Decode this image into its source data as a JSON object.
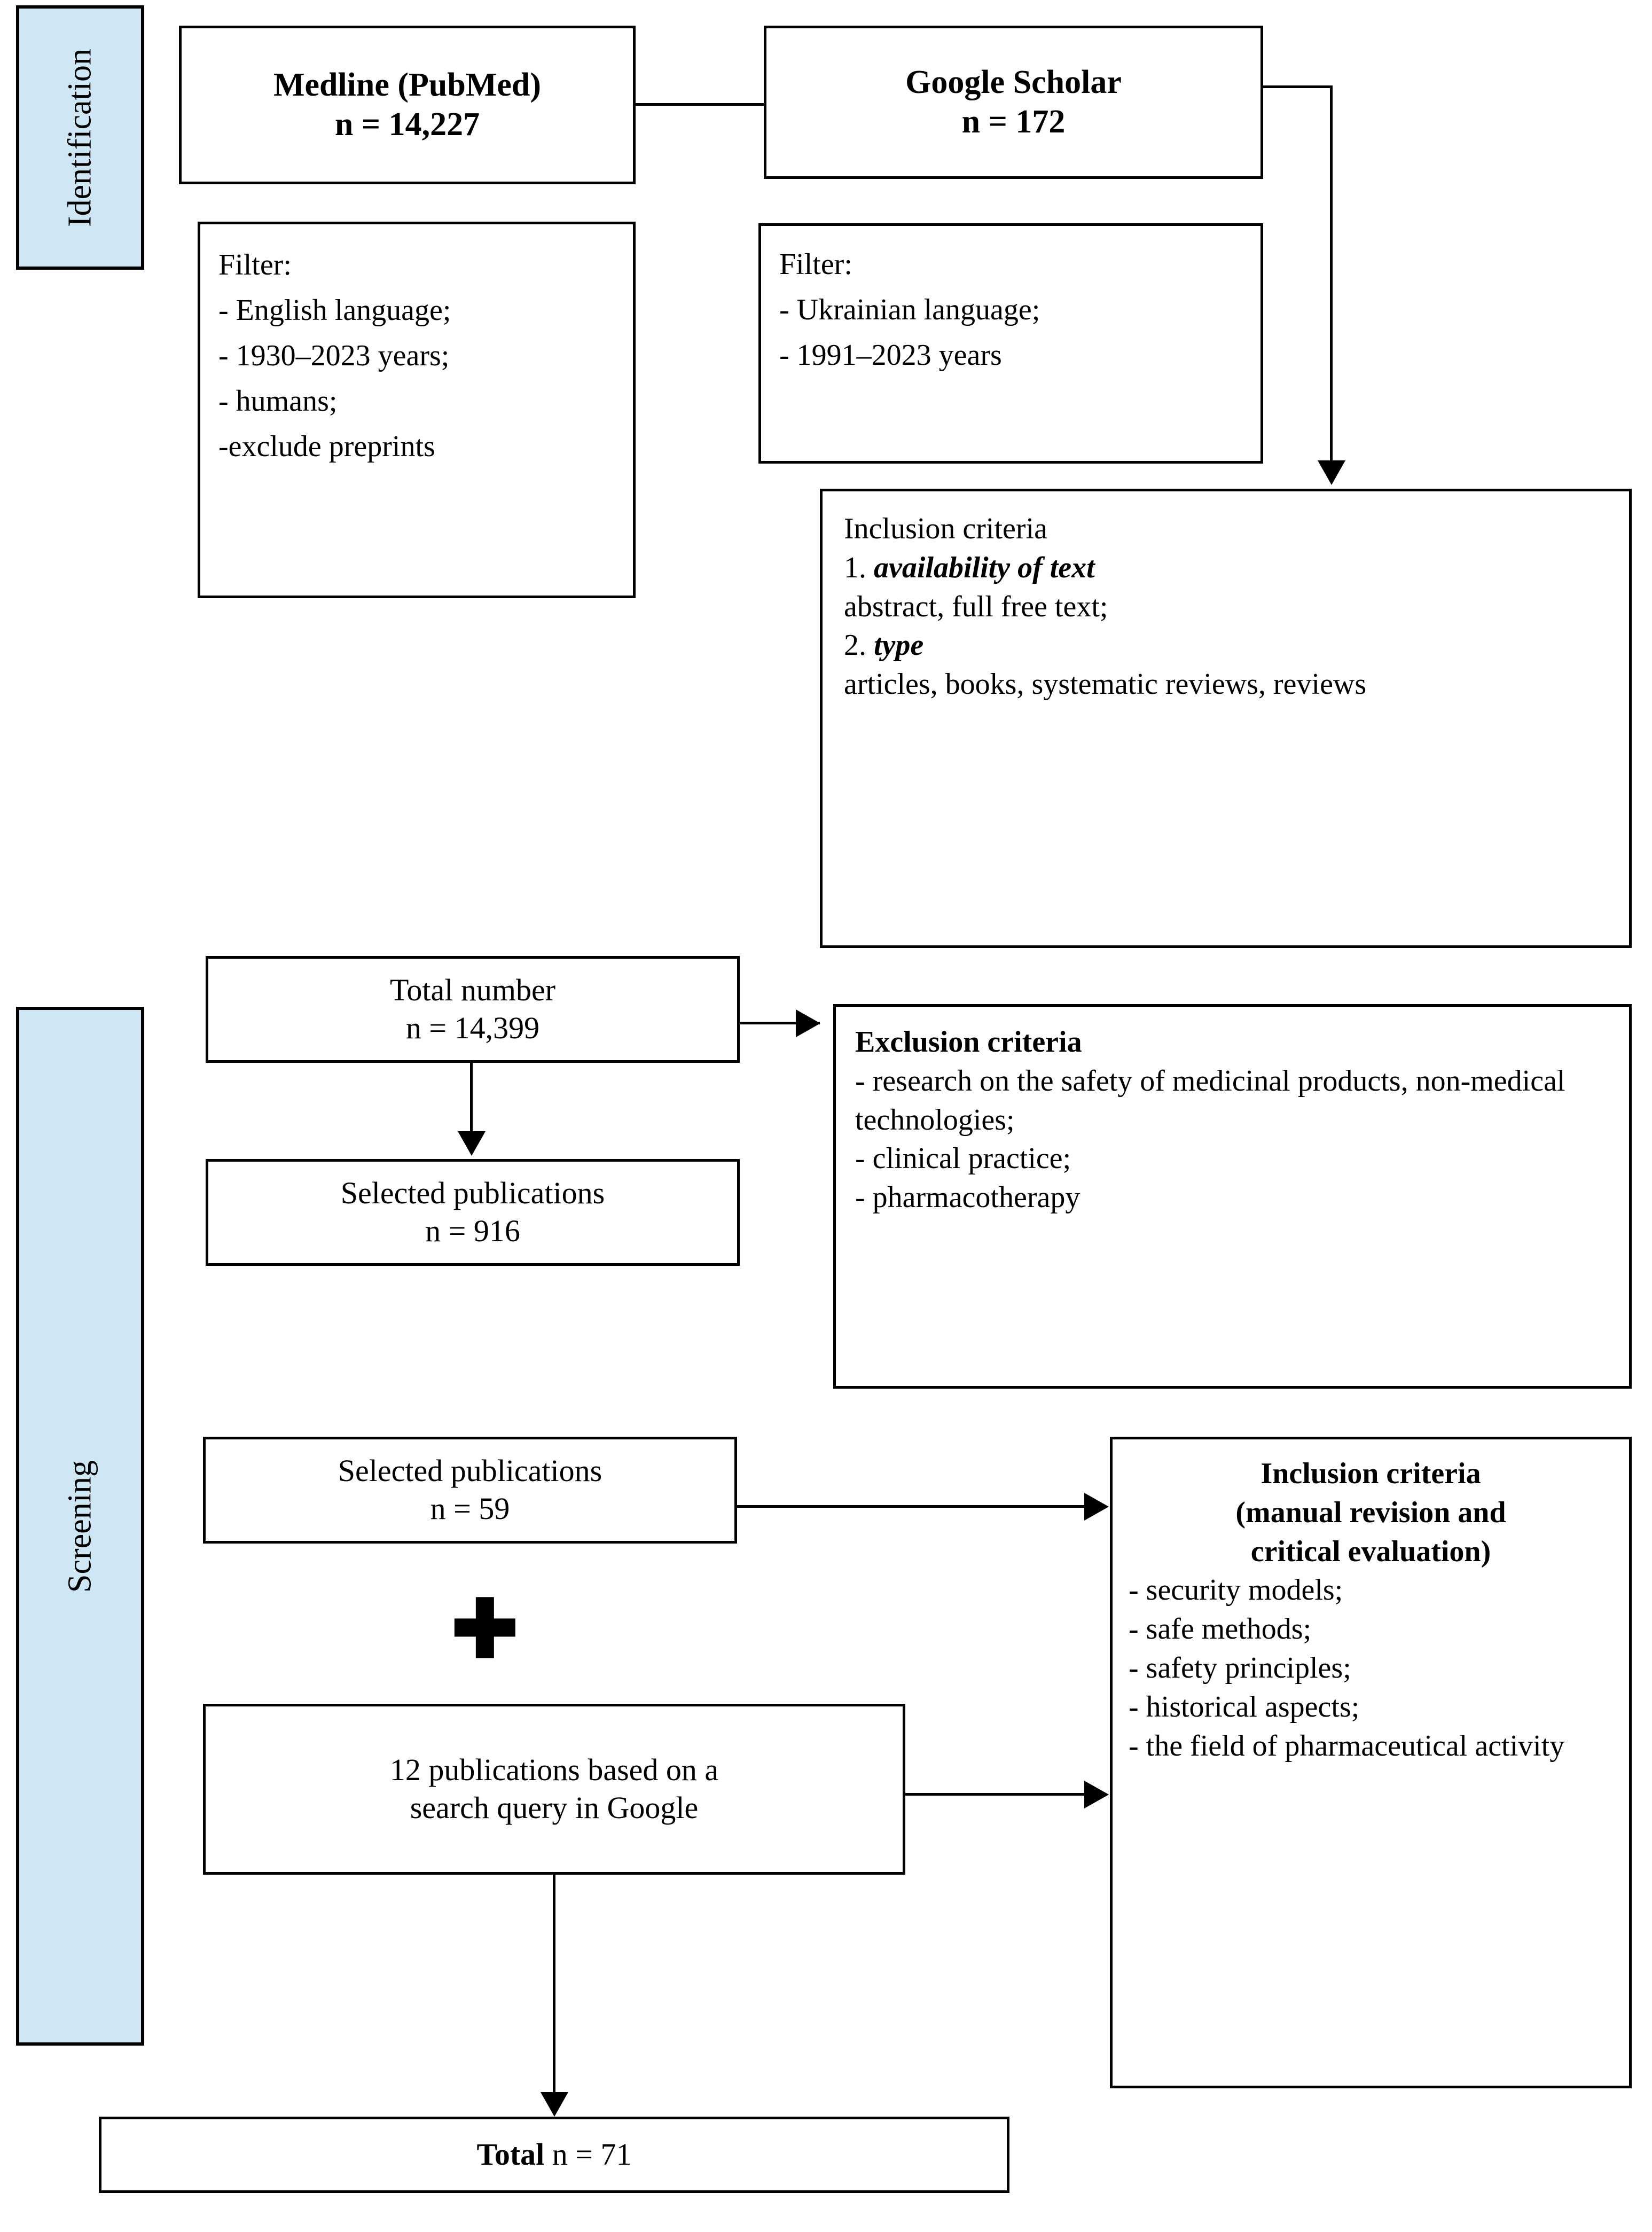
{
  "diagram": {
    "title": "PRISMA-style literature selection flowchart",
    "accent_color": "#cfe7f5",
    "line_color": "#000000"
  },
  "bands": [
    {
      "label": "Identification"
    },
    {
      "label": "Screening"
    }
  ],
  "boxes": {
    "medline": {
      "line1": "Medline (PubMed)",
      "line2": "n = 14,227"
    },
    "google_scholar": {
      "line1": "Google Scholar",
      "line2": "n = 172"
    },
    "filter_left": {
      "title": "Filter:",
      "items": [
        "- English language;",
        "- 1930–2023 years;",
        "- humans;",
        "-exclude preprints"
      ]
    },
    "filter_right": {
      "title": "Filter:",
      "items": [
        "- Ukrainian language;",
        "- 1991–2023 years"
      ]
    },
    "inclusion_top": {
      "title": "Inclusion criteria",
      "item1_num": "1.",
      "item1_em": "availability of text",
      "item1_body": "abstract, full free text;",
      "item2_num": "2.",
      "item2_em": "type",
      "item2_body": "articles, books, systematic reviews, reviews"
    },
    "total_number": {
      "line1": "Total number",
      "line2": "n = 14,399"
    },
    "selected_916": {
      "line1": "Selected publications",
      "line2": "n = 916"
    },
    "exclusion": {
      "title": "Exclusion criteria",
      "items": [
        "- research on the safety of medicinal products, non-medical technologies;",
        "- clinical practice;",
        "- pharmacotherapy"
      ]
    },
    "selected_59": {
      "line1": "Selected publications",
      "line2": "n = 59"
    },
    "google_12": {
      "line1": "12 publications based on a",
      "line2": "search query in Google"
    },
    "inclusion_bottom": {
      "title_line1": "Inclusion criteria",
      "title_line2": "(manual revision and",
      "title_line3": "critical evaluation)",
      "items": [
        "- security models;",
        "- safe methods;",
        "- safety principles;",
        "- historical aspects;",
        "- the field of pharmaceutical activity"
      ]
    },
    "total_final": {
      "bold_part": "Total",
      "rest_part": " n = 71"
    }
  },
  "symbols": {
    "plus": "✚"
  }
}
